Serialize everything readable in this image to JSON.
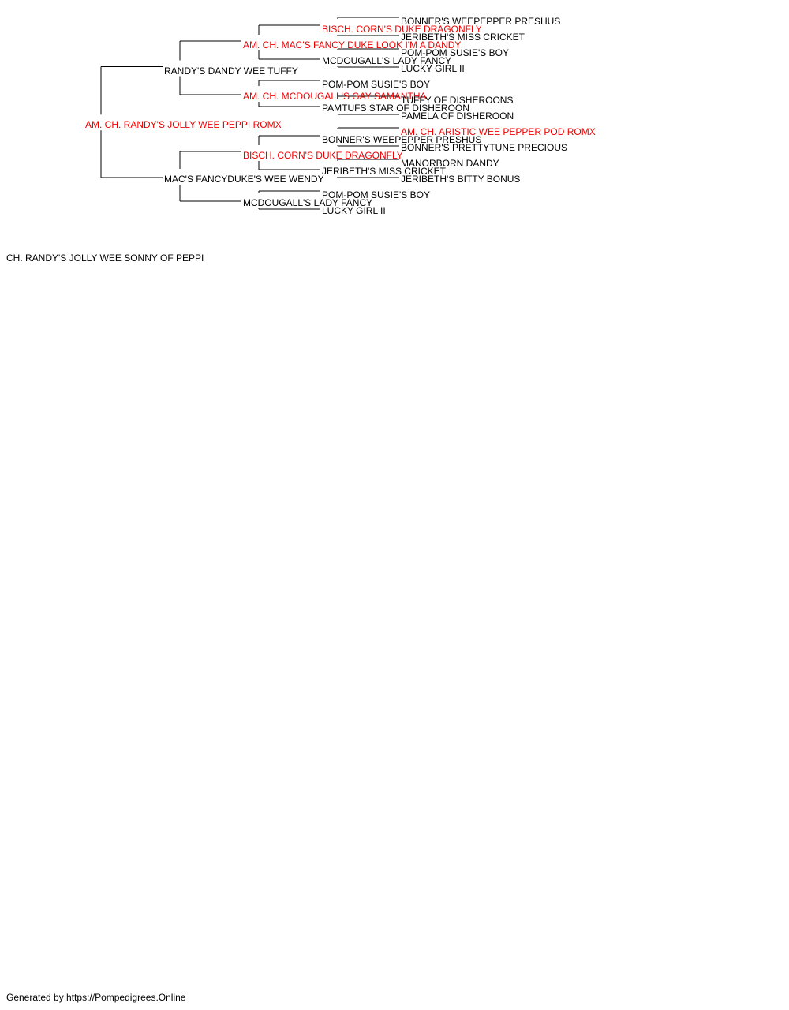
{
  "colors": {
    "titled": "#ee0000",
    "normal": "#000000",
    "line": "#000000"
  },
  "pedigree": {
    "subject": {
      "name": "CH. RANDY'S JOLLY WEE SONNY OF PEPPI",
      "red": false
    },
    "sire": {
      "name": "AM. CH. RANDY'S JOLLY WEE PEPPI ROMX",
      "red": true,
      "sire": {
        "name": "RANDY'S DANDY WEE TUFFY",
        "red": false,
        "sire": {
          "name": "AM. CH. MAC'S FANCY DUKE LOOK I'M A DANDY",
          "red": true,
          "sire": {
            "name": "BISCH. CORN'S DUKE DRAGONFLY",
            "red": true,
            "sire": {
              "name": "BONNER'S WEEPEPPER PRESHUS",
              "red": false
            },
            "dam": {
              "name": "JERIBETH'S MISS CRICKET",
              "red": false
            }
          },
          "dam": {
            "name": "MCDOUGALL'S LADY FANCY",
            "red": false,
            "sire": {
              "name": "POM-POM SUSIE'S BOY",
              "red": false
            },
            "dam": {
              "name": "LUCKY GIRL II",
              "red": false
            }
          }
        },
        "dam": {
          "name": "AM. CH. MCDOUGALL'S GAY SAMANTHA",
          "red": true,
          "sire": {
            "name": "POM-POM SUSIE'S BOY",
            "red": false
          },
          "dam": {
            "name": "PAMTUFS STAR OF DISHEROON",
            "red": false,
            "sire": {
              "name": "TUFFY OF DISHEROONS",
              "red": false
            },
            "dam": {
              "name": "PAMELA OF DISHEROON",
              "red": false
            }
          }
        }
      },
      "dam": {
        "name": "MAC'S FANCYDUKE'S WEE WENDY",
        "red": false,
        "sire": {
          "name": "BISCH. CORN'S DUKE DRAGONFLY",
          "red": true,
          "sire": {
            "name": "BONNER'S WEEPEPPER PRESHUS",
            "red": false,
            "sire": {
              "name": "AM. CH. ARISTIC WEE PEPPER POD ROMX",
              "red": true
            },
            "dam": {
              "name": "BONNER'S PRETTYTUNE PRECIOUS",
              "red": false
            }
          },
          "dam": {
            "name": "JERIBETH'S MISS CRICKET",
            "red": false,
            "sire": {
              "name": "MANORBORN DANDY",
              "red": false
            },
            "dam": {
              "name": "JERIBETH'S BITTY BONUS",
              "red": false
            }
          }
        },
        "dam": {
          "name": "MCDOUGALL'S LADY FANCY",
          "red": false,
          "sire": {
            "name": "POM-POM SUSIE'S BOY",
            "red": false
          },
          "dam": {
            "name": "LUCKY GIRL II",
            "red": false
          }
        }
      }
    }
  },
  "footer": {
    "text": "Generated by https://Pompedigrees.Online"
  }
}
